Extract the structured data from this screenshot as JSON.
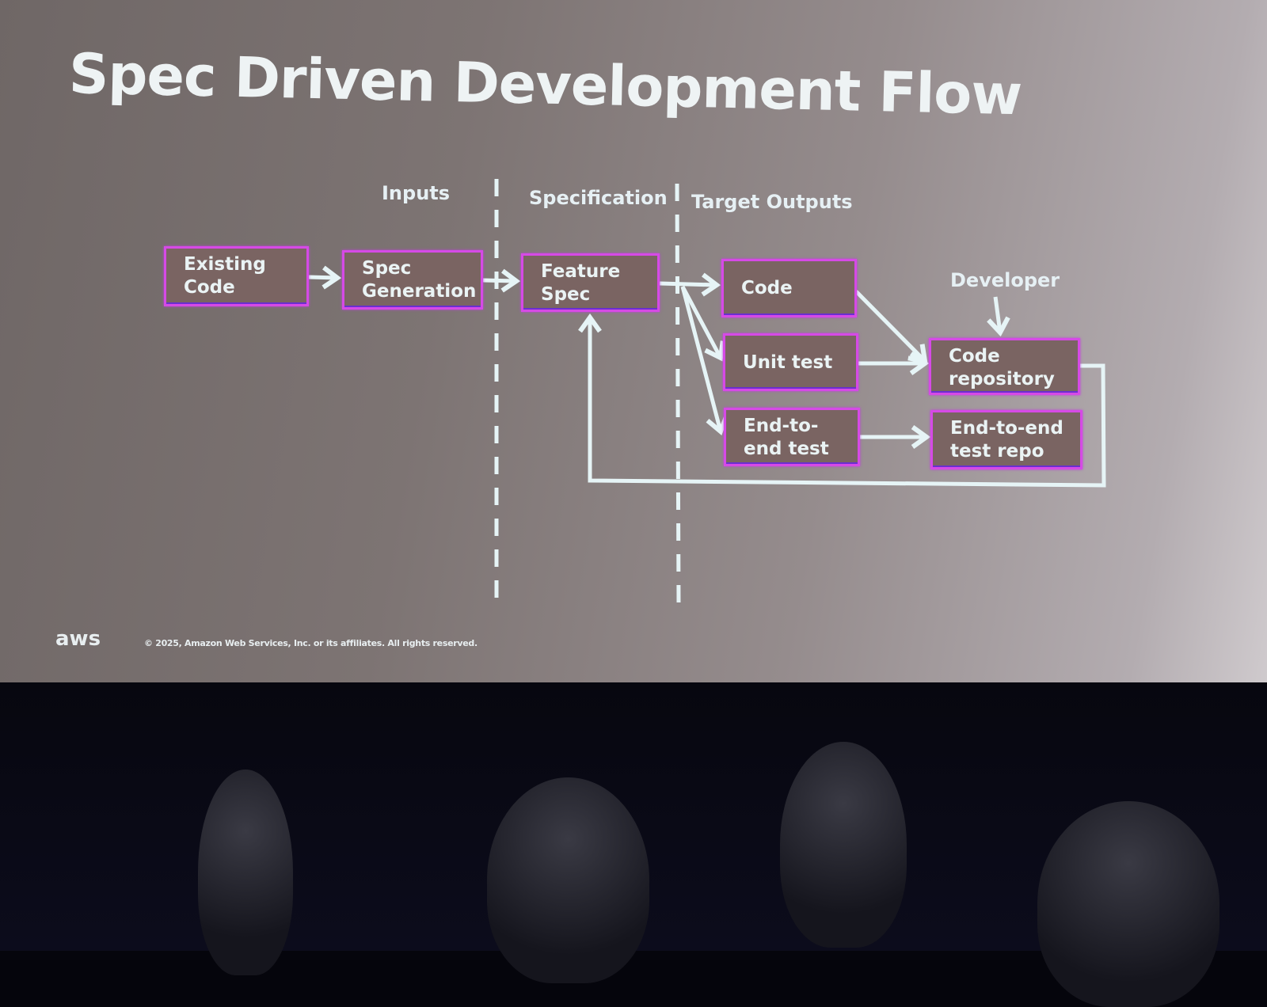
{
  "title": "Spec Driven Development Flow",
  "columns": {
    "inputs": "Inputs",
    "specification": "Specification",
    "target_outputs": "Target Outputs"
  },
  "actor": "Developer",
  "nodes": {
    "existing_code": [
      "Existing",
      "Code"
    ],
    "spec_generation": [
      "Spec",
      "Generation"
    ],
    "feature_spec": [
      "Feature",
      "Spec"
    ],
    "code": [
      "Code"
    ],
    "unit_test": [
      "Unit test"
    ],
    "e2e_test": [
      "End-to-",
      "end test"
    ],
    "code_repo": [
      "Code",
      "repository"
    ],
    "e2e_repo": [
      "End-to-end",
      "test repo"
    ]
  },
  "footer": {
    "logo": "aws",
    "copyright": "© 2025, Amazon Web Services, Inc. or its affiliates. All rights reserved."
  },
  "colors": {
    "box_border": "#d64ae6",
    "box_fill": "#7a6462",
    "line": "#e6f4f6"
  }
}
